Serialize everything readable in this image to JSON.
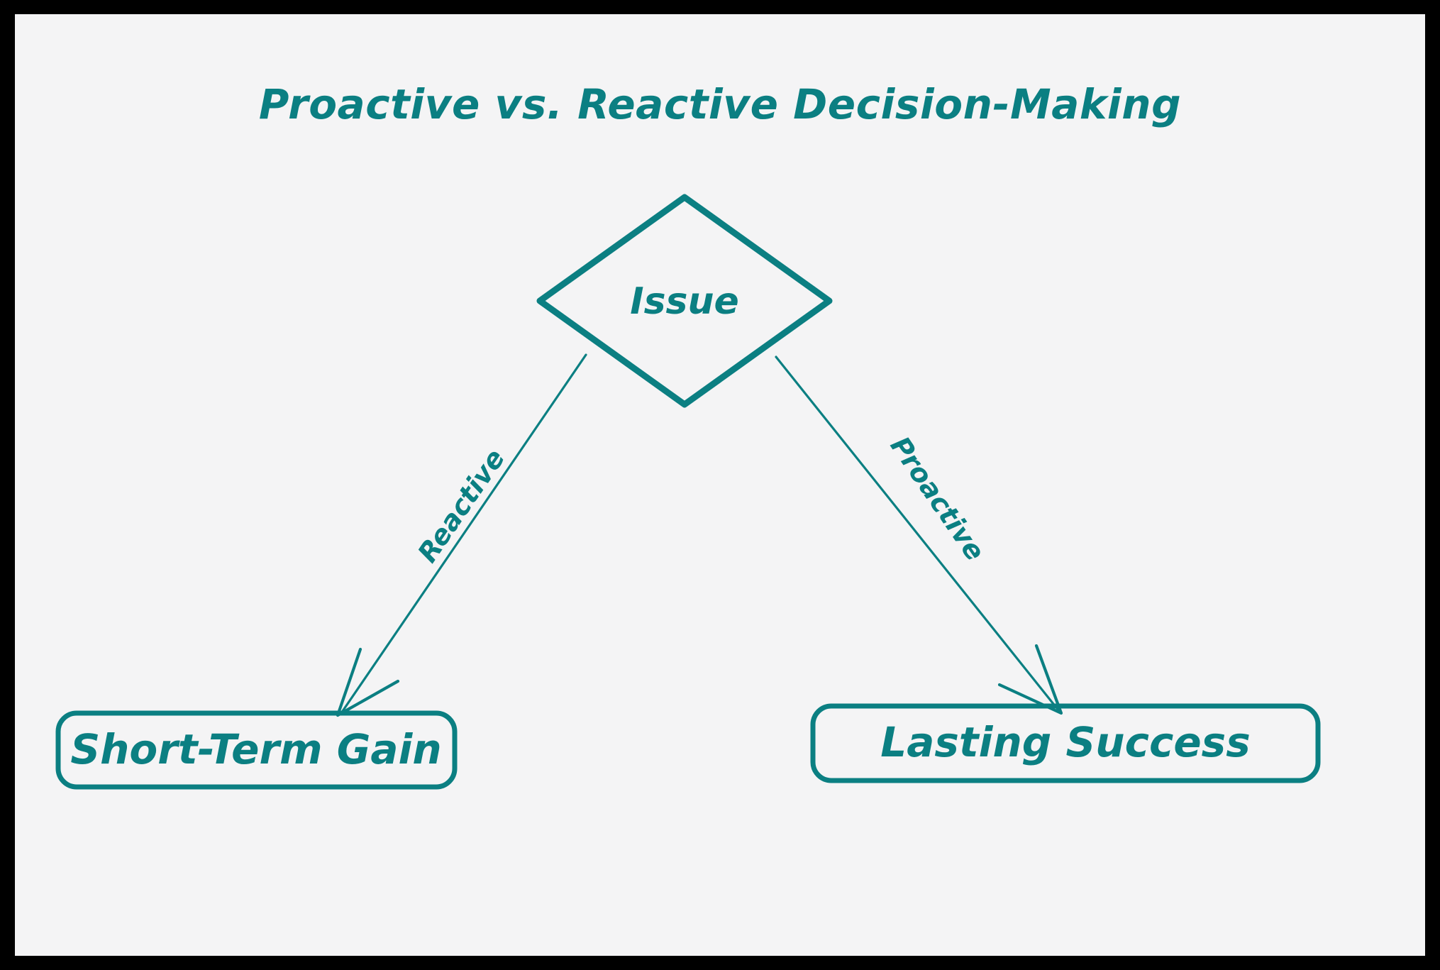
{
  "canvas": {
    "background_color": "#f4f4f5",
    "frame_color": "#000000",
    "accent_color": "#0b7f82"
  },
  "header": {
    "title": "Proactive vs. Reactive Decision-Making"
  },
  "diagram": {
    "type": "flowchart",
    "nodes": [
      {
        "id": "issue",
        "label": "Issue",
        "shape": "diamond"
      },
      {
        "id": "short_term_gain",
        "label": "Short-Term Gain",
        "shape": "rounded-rectangle"
      },
      {
        "id": "lasting_success",
        "label": "Lasting Success",
        "shape": "rounded-rectangle"
      }
    ],
    "edges": [
      {
        "id": "edge_reactive",
        "label": "Reactive",
        "from": "issue",
        "to": "short_term_gain",
        "arrow": "open"
      },
      {
        "id": "edge_proactive",
        "label": "Proactive",
        "from": "issue",
        "to": "lasting_success",
        "arrow": "open"
      }
    ]
  }
}
